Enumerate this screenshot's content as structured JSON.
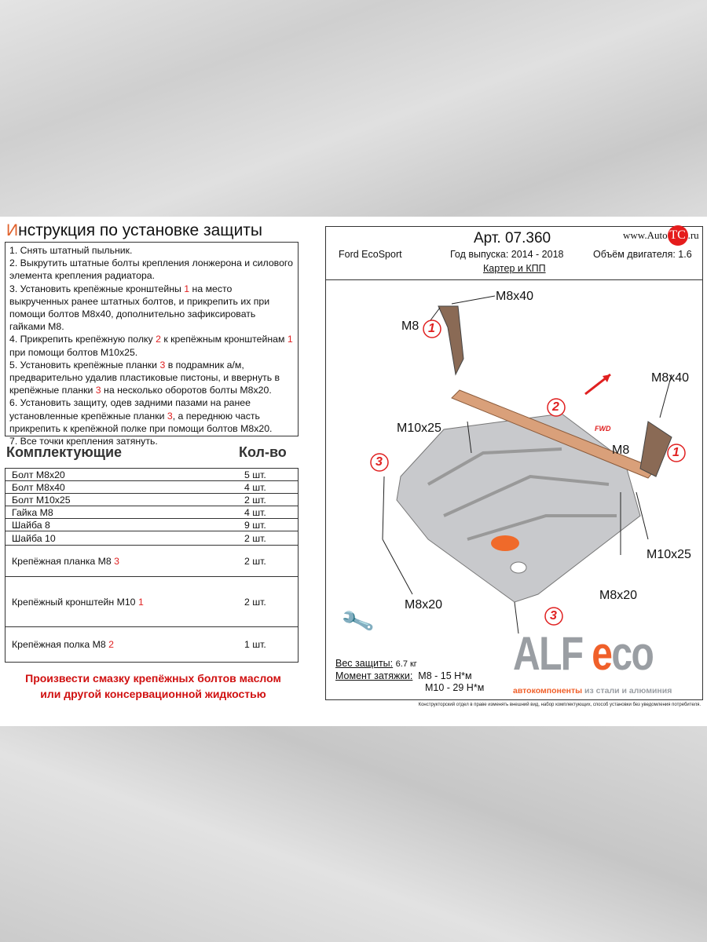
{
  "title": {
    "first": "И",
    "rest": "нструкция по установке защиты"
  },
  "instructions": [
    [
      "1.   Снять штатный пыльник."
    ],
    [
      "2.   Выкрутить штатные болты крепления лонжерона и силового элемента крепления радиатора."
    ],
    [
      "3.   Установить крепёжные кронштейны ",
      "1",
      " на место выкрученных ранее штатных болтов, и прикрепить их при помощи болтов М8х40, дополнительно зафиксировать гайками М8."
    ],
    [
      "4.   Прикрепить крепёжную полку ",
      "2",
      " к крепёжным кронштейнам ",
      "1",
      " при помощи болтов М10х25."
    ],
    [
      "5.   Установить крепёжные планки ",
      "3",
      " в подрамник а/м, предварительно удалив пластиковые пистоны, и ввернуть в крепёжные планки ",
      "3",
      " на несколько оборотов болты М8х20."
    ],
    [
      "6.   Установить защиту, одев задними пазами  на ранее установленные крепёжные планки ",
      "3",
      ", а переднюю часть прикрепить к крепёжной полке при помощи болтов М8х20."
    ],
    [
      "7.   Все точки крепления затянуть."
    ]
  ],
  "parts_header": {
    "name": "Комплектующие",
    "qty": "Кол-во"
  },
  "parts": [
    {
      "name": "Болт М8х20",
      "num": "",
      "qty": "5 шт."
    },
    {
      "name": "Болт М8х40",
      "num": "",
      "qty": "4 шт."
    },
    {
      "name": "Болт М10х25",
      "num": "",
      "qty": "2 шт."
    },
    {
      "name": "Гайка М8",
      "num": "",
      "qty": "4 шт."
    },
    {
      "name": "Шайба 8",
      "num": "",
      "qty": "9 шт."
    },
    {
      "name": "Шайба 10",
      "num": "",
      "qty": "2 шт."
    },
    {
      "name": "Крепёжная планка М8 ",
      "num": "3",
      "qty": "2 шт."
    },
    {
      "name": "Крепёжный кронштейн М10 ",
      "num": "1",
      "qty": "2 шт."
    },
    {
      "name": "Крепёжная полка М8 ",
      "num": "2",
      "qty": "1 шт."
    }
  ],
  "note": [
    "Произвести смазку крепёжных болтов маслом",
    "или другой консервационной жидкостью"
  ],
  "header": {
    "art": "Арт. 07.360",
    "car": "Ford EcoSport",
    "year": "Год выпуска: 2014 -  2018",
    "engine": "Объём двигателя: 1.6",
    "part": "Картер и КПП",
    "site_logo": "www.AutoTC.ru"
  },
  "diagram": {
    "labels": {
      "m8x40a": "M8x40",
      "m8a": "M8",
      "m10x25a": "M10x25",
      "m8x40b": "M8x40",
      "m8b": "M8",
      "m10x25b": "M10x25",
      "m8x20a": "M8x20",
      "m8x20b": "M8x20",
      "fwd": "FWD"
    },
    "numbers": [
      "1",
      "2",
      "3",
      "1",
      "3"
    ],
    "accent": "#e02020",
    "part_color": "#d9a07a"
  },
  "specs": {
    "weight_label": "Вес защиты:",
    "weight": "6.7 кг",
    "torque_label": "Момент затяжки:",
    "torque1": "М8 - 15 Н*м",
    "torque2": "М10 - 29 Н*м"
  },
  "brand": {
    "logo": "ALF eco",
    "tagline1": "автокомпоненты",
    "tagline2": " из стали и алюминия",
    "gray": "#9a9ea3",
    "orange": "#f0602a"
  },
  "disclaimer": "Конструкторский отдел в праве изменять внешний вид, набор комплектующих, способ установки без уведомления потребителя."
}
